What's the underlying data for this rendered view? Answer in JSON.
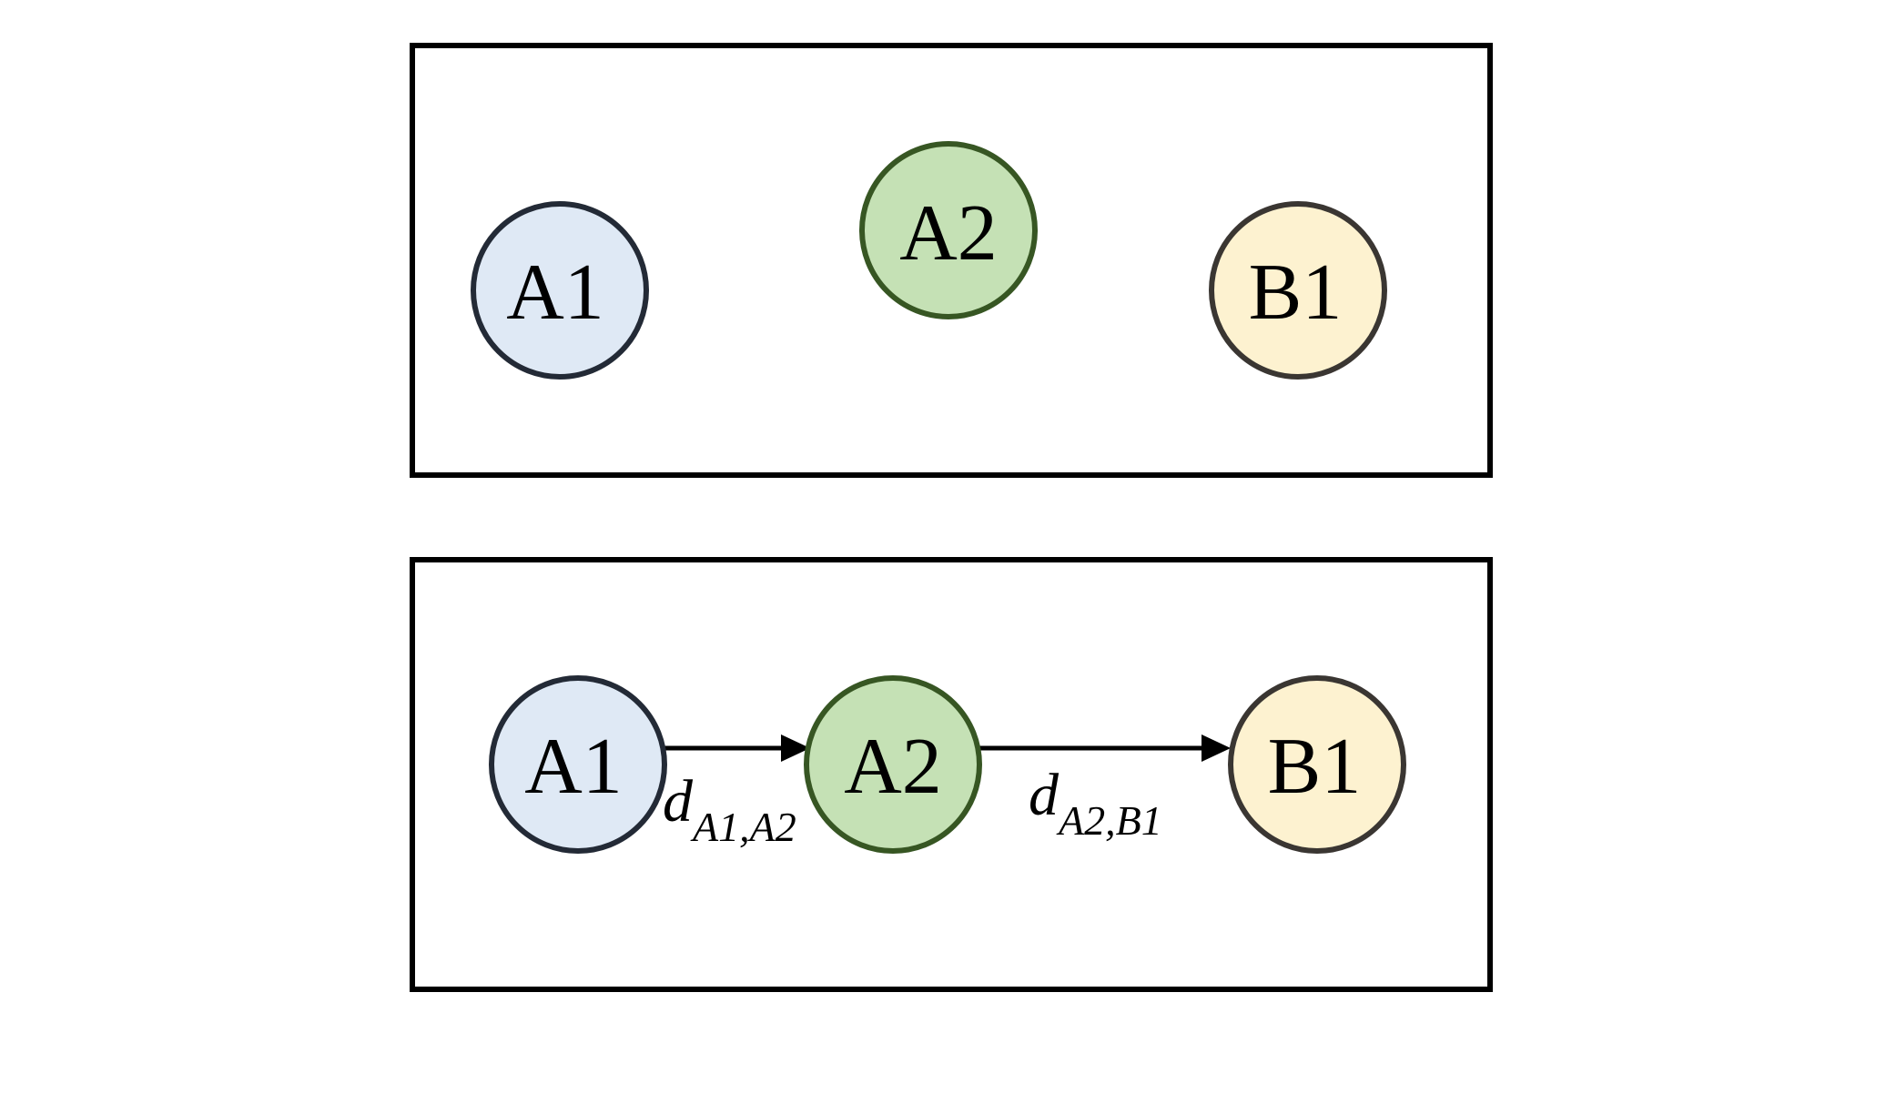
{
  "colors": {
    "A1": {
      "fill": "#dfe9f5",
      "stroke": "#232a36"
    },
    "A2": {
      "fill": "#c5e1b5",
      "stroke": "#375623"
    },
    "B1": {
      "fill": "#fdf2d0",
      "stroke": "#3a3632"
    }
  },
  "panels": [
    {
      "nodes": [
        {
          "id": "A1",
          "label": "A1"
        },
        {
          "id": "A2",
          "label": "A2"
        },
        {
          "id": "B1",
          "label": "B1"
        }
      ]
    },
    {
      "nodes": [
        {
          "id": "A1",
          "label": "A1"
        },
        {
          "id": "A2",
          "label": "A2"
        },
        {
          "id": "B1",
          "label": "B1"
        }
      ],
      "edges": [
        {
          "from": "A1",
          "to": "A2",
          "label_main": "d",
          "label_sub": "A1,A2"
        },
        {
          "from": "A2",
          "to": "B1",
          "label_main": "d",
          "label_sub": "A2,B1"
        }
      ]
    }
  ]
}
